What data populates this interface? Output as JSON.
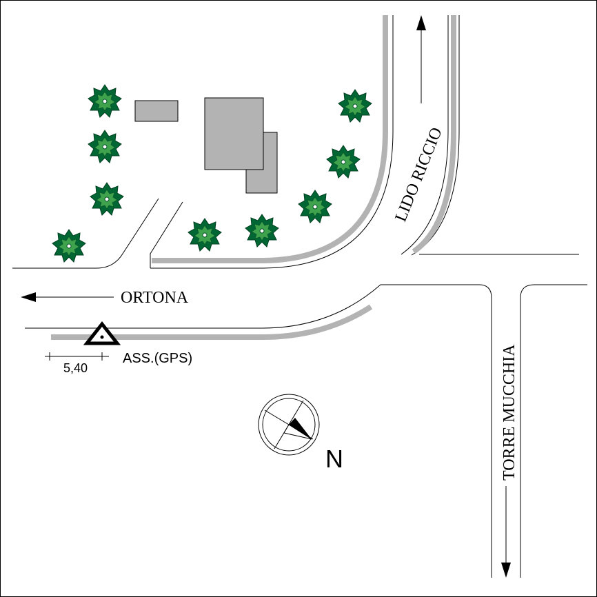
{
  "labels": {
    "ortona": "ORTONA",
    "lido_riccio": "LIDO RICCIO",
    "torre_mucchia": "TORRE MUCCHIA",
    "ass_gps": "ASS.(GPS)",
    "measure": "5,40",
    "north": "N"
  },
  "colors": {
    "kerb": "#b3b3b3",
    "building": "#b3b3b3",
    "tree_dark": "#006633",
    "tree_light": "#3fa34d",
    "line": "#000000"
  },
  "icons": {
    "station": "triangle-station-icon",
    "compass": "north-arrow-compass-icon",
    "tree": "tree-icon"
  }
}
